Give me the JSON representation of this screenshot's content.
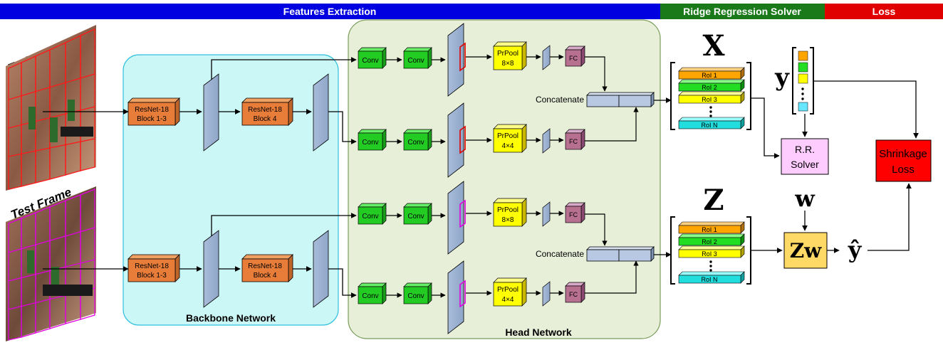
{
  "header": {
    "features_extraction": "Features Extraction",
    "ridge_regression_solver": "Ridge Regression Solver",
    "loss": "Loss",
    "colors": {
      "features": "#0000e0",
      "solver": "#1a7a1a",
      "loss": "#e00000"
    }
  },
  "frames": {
    "training_label": "Training Frame",
    "test_label": "Test Frame"
  },
  "backbone": {
    "label": "Backbone Network",
    "block_a": [
      "ResNet-18",
      "Block 1-3"
    ],
    "block_b": [
      "ResNet-18",
      "Block 4"
    ]
  },
  "head": {
    "label": "Head Network",
    "conv": "Conv",
    "prpool": "PrPool",
    "pool_8": "8×8",
    "pool_4": "4×4",
    "fc": "FC",
    "concatenate": "Concatenate"
  },
  "matrices": {
    "x_symbol": "X",
    "z_symbol": "Z",
    "rois": [
      "RoI 1",
      "RoI 2",
      "RoI 3",
      "RoI N"
    ]
  },
  "solver": {
    "y_symbol": "y",
    "rr_solver": [
      "R.R.",
      "Solver"
    ],
    "w_symbol": "w",
    "zw_symbol": "Zw",
    "yhat_symbol": "ŷ",
    "shrinkage_loss": [
      "Shrinkage",
      "Loss"
    ]
  }
}
